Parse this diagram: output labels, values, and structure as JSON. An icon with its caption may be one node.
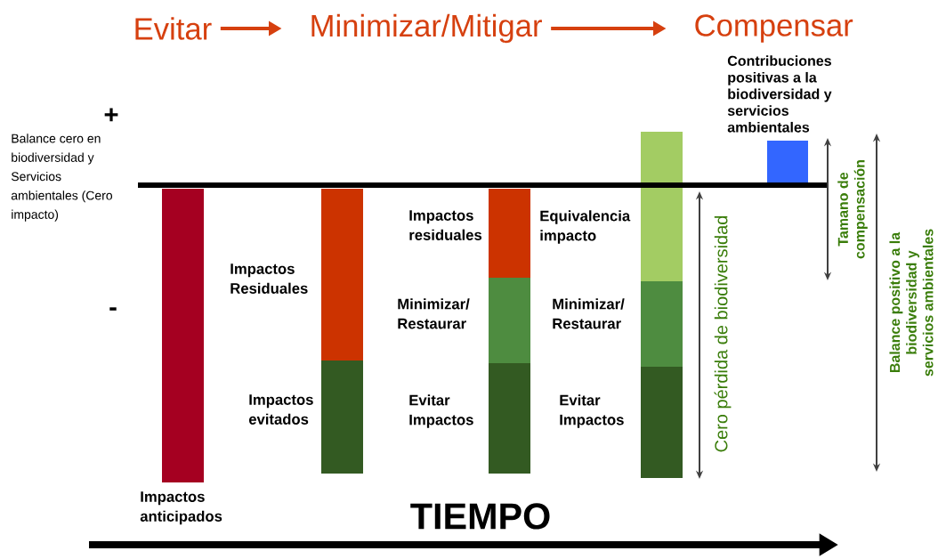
{
  "diagram": {
    "nodes": [
      {
        "text": [
          "Evitar"
        ]
      },
      {
        "text": [
          "Minimizar/Mitigar"
        ]
      },
      {
        "text": [
          "Compensar"
        ]
      }
    ],
    "edges": [
      {
        "from": 0,
        "to": 1,
        "arrow": "to"
      },
      {
        "from": 1,
        "to": 2,
        "arrow": "to"
      }
    ],
    "labels": [
      "+",
      "Contribuciones positivas a la biodiversidad y servicios ambientales",
      "Balance cero en biodiversidad y Servicios ambientales (Cero impacto)",
      "Impactos residuales",
      "Equivalencia impacto",
      "Cero pérdida de biodiversidad",
      "Tamano de compensación",
      "Balance positivo a la biodiversidad y servicios ambientales",
      "Impactos Residuales",
      "-",
      "Minimizar/ Restaurar",
      "Minimizar/ Restaurar",
      "Impactos evitados",
      "Evitar Impactos",
      "Evitar Impactos",
      "Impactos anticipados",
      "TIEMPO"
    ]
  }
}
